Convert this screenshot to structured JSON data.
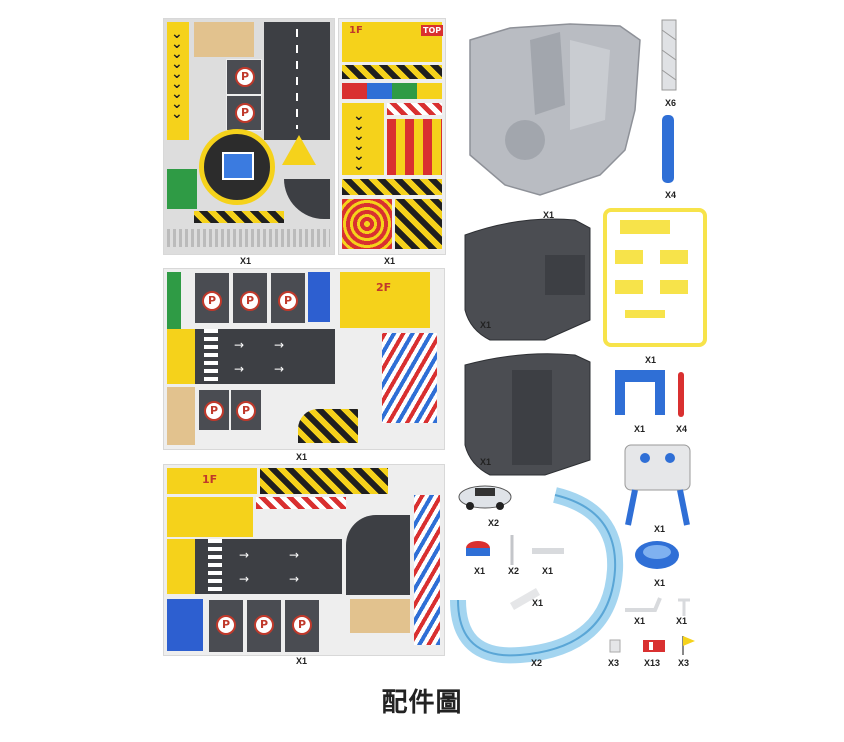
{
  "caption": "配件圖",
  "labels": {
    "sheet1": "X1",
    "sheet2": "X1",
    "sheet3": "X1",
    "sheet4": "X1",
    "base": "X1",
    "pillar": "X6",
    "blue_tube": "X4",
    "sprue": "X1",
    "floor1": "X1",
    "floor2": "X1",
    "bracket": "X1",
    "pin": "X4",
    "car": "X2",
    "button": "X1",
    "post": "X2",
    "bar": "X1",
    "elevator": "X1",
    "basket": "X1",
    "track": "X2",
    "small_piece": "X1",
    "hook": "X1",
    "connector": "X1",
    "spring": "X3",
    "barrier": "X13",
    "flag": "X3"
  },
  "sticker_text": {
    "top": "TOP",
    "floor1": "1F",
    "floor2": "2F",
    "parking": "P"
  },
  "colors": {
    "road": "#3d3f44",
    "hazard_yellow": "#f5d21b",
    "grass": "#2f9b45",
    "part_gray": "#b9bcc2",
    "floor_dark": "#4b4d52",
    "sprue_yellow": "#f7e34a",
    "track_blue": "#9fd3ef",
    "part_blue": "#2f6fd6"
  }
}
